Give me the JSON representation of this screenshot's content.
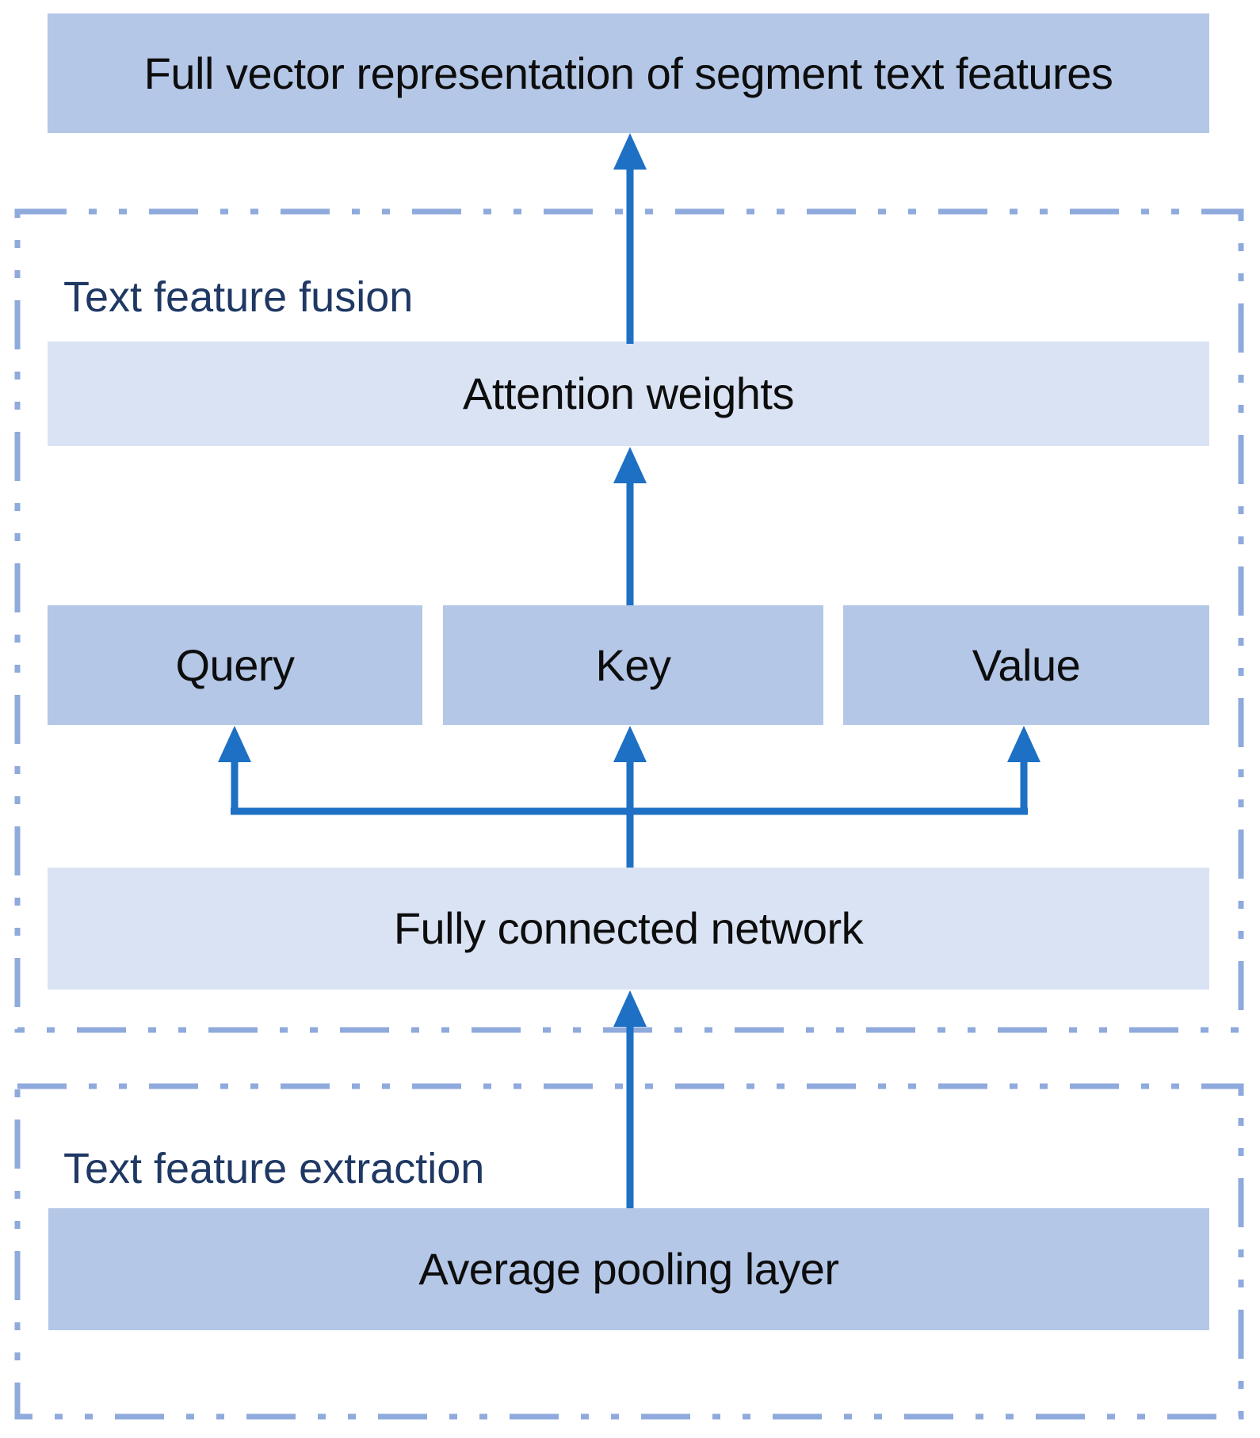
{
  "colors": {
    "box_medium": "#b4c7e7",
    "box_light": "#dae3f3",
    "arrow": "#1d70c4",
    "dashed_border": "#8faadc",
    "section_label": "#1f3864",
    "box_text": "#0d0d0d",
    "background": "#ffffff"
  },
  "nodes": {
    "output": "Full vector representation of segment text features",
    "attention": "Attention weights",
    "query": "Query",
    "key": "Key",
    "value": "Value",
    "fcn": "Fully connected network",
    "avg_pool": "Average pooling layer"
  },
  "sections": {
    "fusion": "Text feature fusion",
    "extraction": "Text feature extraction"
  }
}
